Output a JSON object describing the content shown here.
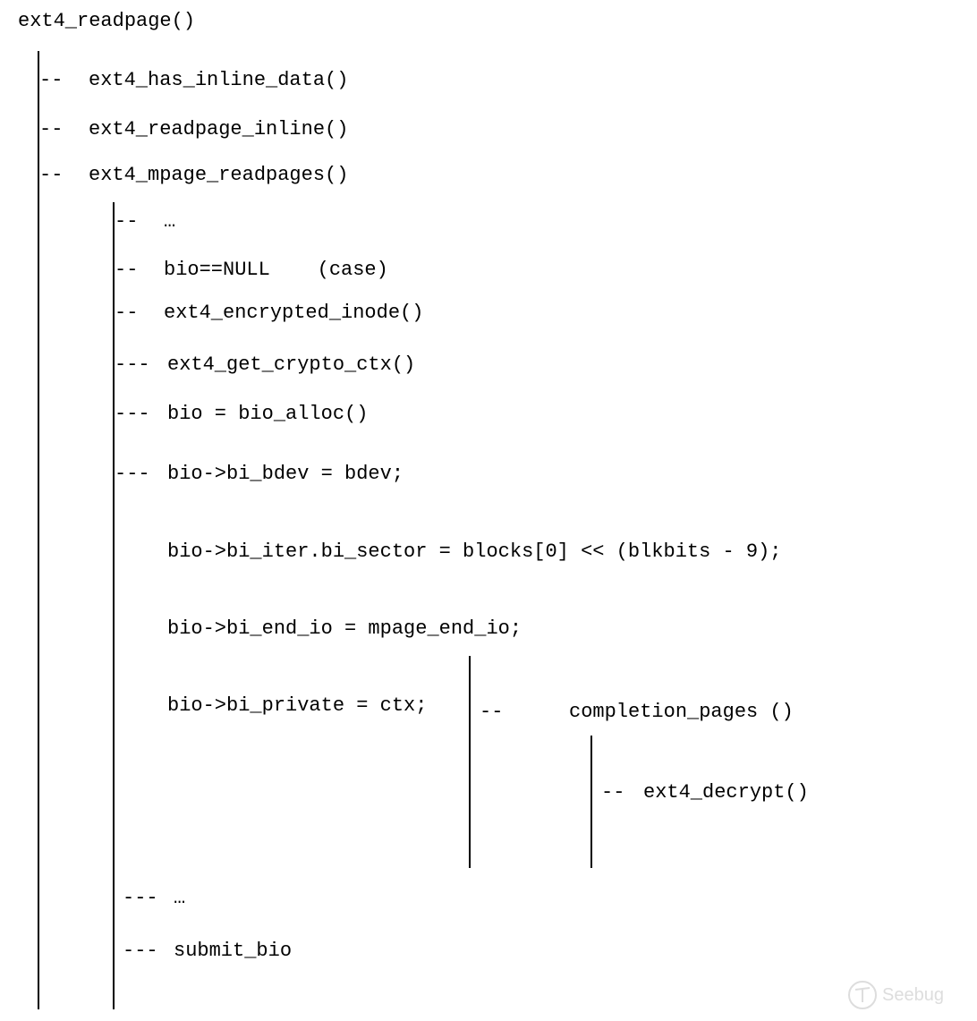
{
  "root": "ext4_readpage()",
  "level1": {
    "connector": "--",
    "items": [
      "ext4_has_inline_data()",
      "ext4_readpage_inline()",
      "ext4_mpage_readpages()"
    ]
  },
  "level2": {
    "connector_short": "--",
    "connector_long": "---",
    "items": [
      "…",
      "bio==NULL    (case)",
      "ext4_encrypted_inode()",
      "ext4_get_crypto_ctx()",
      "bio = bio_alloc()",
      "bio->bi_bdev = bdev;",
      "bio->bi_iter.bi_sector = blocks[0] << (blkbits - 9);",
      "bio->bi_end_io = mpage_end_io;",
      "bio->bi_private = ctx;",
      "…",
      "submit_bio"
    ]
  },
  "level3": {
    "connector": "--",
    "item": "completion_pages ()"
  },
  "level4": {
    "connector": "--",
    "item": "ext4_decrypt()"
  },
  "watermark": "Seebug"
}
